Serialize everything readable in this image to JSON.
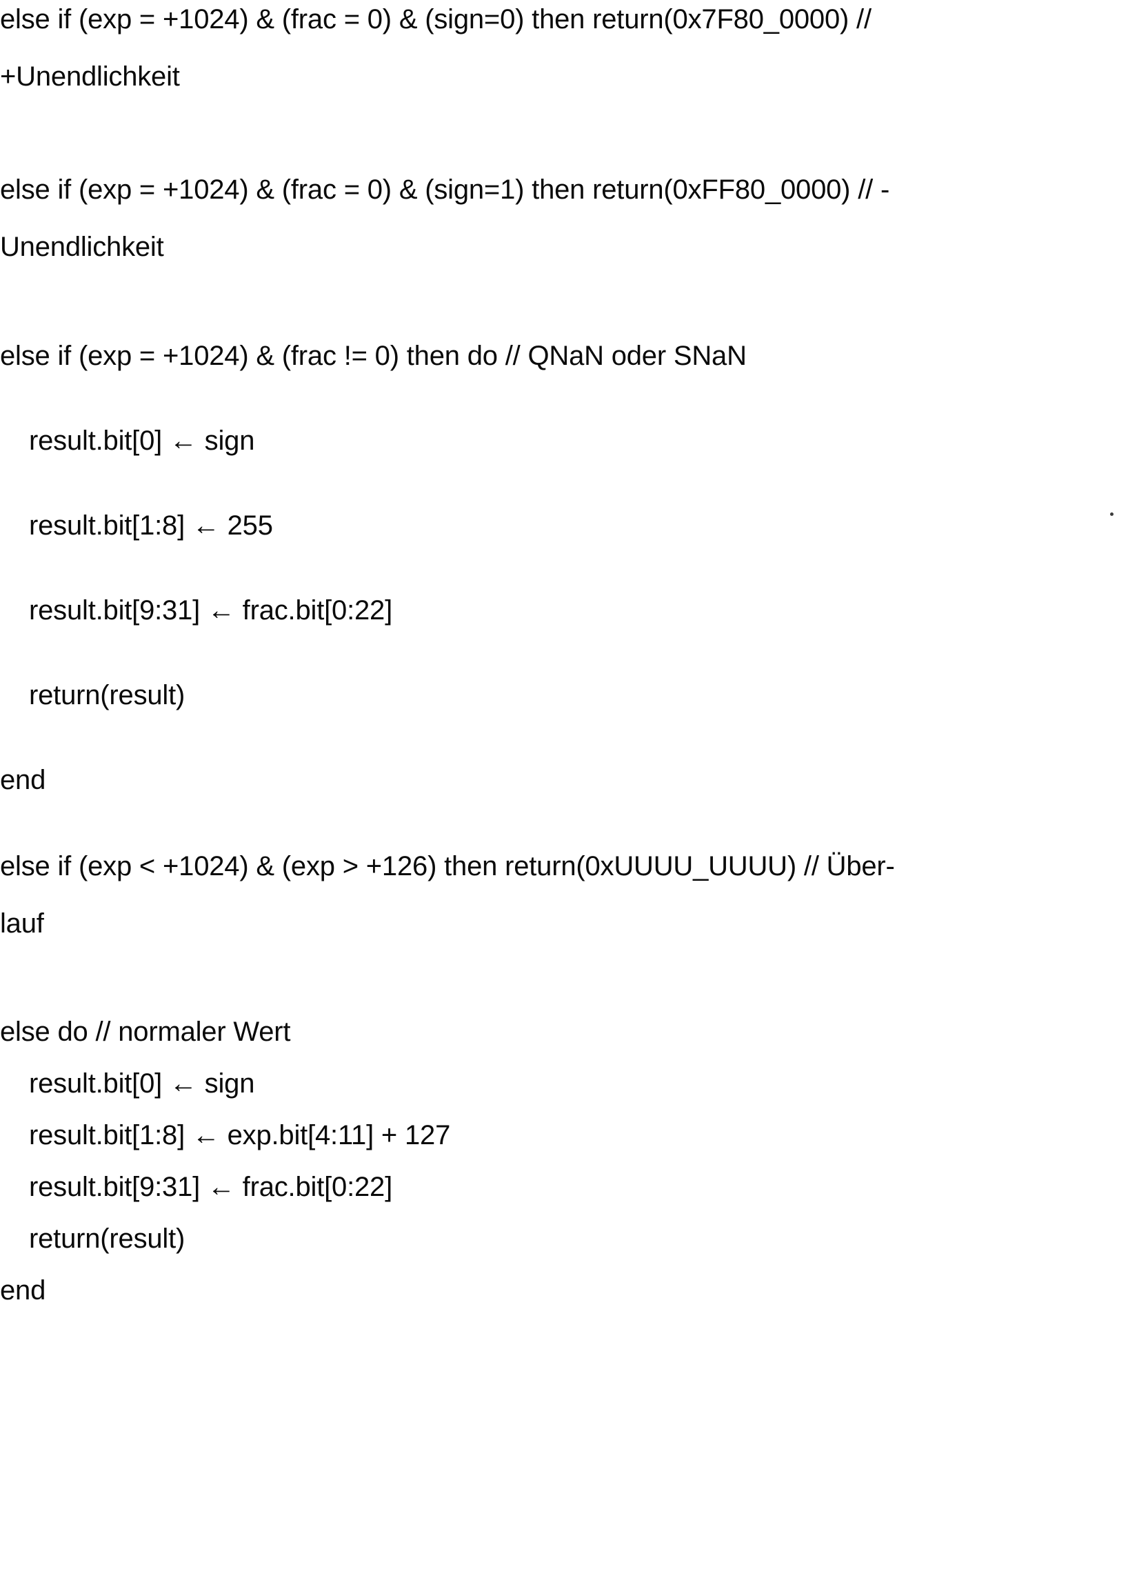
{
  "document": {
    "kind": "scanned-pseudocode-page",
    "language": "de",
    "background_color": "#ffffff",
    "text_color": "#0a0a0a",
    "blocks": [
      {
        "id": "inf_pos",
        "type": "wrapped-statement",
        "indent": 0,
        "row1": "else if (exp = +1024) & (frac = 0) & (sign=0) then return(0x7F80_0000) //",
        "row2": "+Unendlichkeit",
        "full": "else if (exp = +1024) & (frac = 0) & (sign=0) then return(0x7F80_0000) // +Unendlichkeit"
      },
      {
        "id": "inf_neg",
        "type": "wrapped-statement",
        "indent": 0,
        "row1": "else if (exp = +1024) & (frac = 0) & (sign=1) then return(0xFF80_0000) // -",
        "row2": "Unendlichkeit",
        "full": "else if (exp = +1024) & (frac = 0) & (sign=1) then return(0xFF80_0000) // -Unendlichkeit"
      },
      {
        "id": "nan_branch",
        "type": "statement",
        "indent": 0,
        "text": "else if (exp = +1024) & (frac != 0) then do // QNaN oder SNaN"
      },
      {
        "id": "nan_sign",
        "type": "statement",
        "indent": 1,
        "text": "result.bit[0] ← sign"
      },
      {
        "id": "nan_exp",
        "type": "statement",
        "indent": 1,
        "text": "result.bit[1:8] ← 255"
      },
      {
        "id": "nan_frac",
        "type": "statement",
        "indent": 1,
        "text": "result.bit[9:31] ← frac.bit[0:22]"
      },
      {
        "id": "nan_return",
        "type": "statement",
        "indent": 1,
        "text": "return(result)"
      },
      {
        "id": "nan_end",
        "type": "statement",
        "indent": 0,
        "text": "end"
      },
      {
        "id": "overflow",
        "type": "wrapped-statement",
        "indent": 0,
        "row1": "else if (exp < +1024) & (exp > +126) then return(0xUUUU_UUUU) // Über-",
        "row2": "lauf",
        "full": "else if (exp < +1024) & (exp > +126) then return(0xUUUU_UUUU) // Überlauf"
      },
      {
        "id": "normal_branch",
        "type": "statement",
        "indent": 0,
        "text": "else do // normaler Wert"
      },
      {
        "id": "normal_sign",
        "type": "statement",
        "indent": 1,
        "text": "result.bit[0] ← sign"
      },
      {
        "id": "normal_exp",
        "type": "statement",
        "indent": 1,
        "text": "result.bit[1:8] ← exp.bit[4:11] + 127"
      },
      {
        "id": "normal_frac",
        "type": "statement",
        "indent": 1,
        "text": "result.bit[9:31] ← frac.bit[0:22]"
      },
      {
        "id": "normal_return",
        "type": "statement",
        "indent": 1,
        "text": "return(result)"
      },
      {
        "id": "normal_end",
        "type": "statement",
        "indent": 0,
        "text": "end"
      }
    ]
  }
}
